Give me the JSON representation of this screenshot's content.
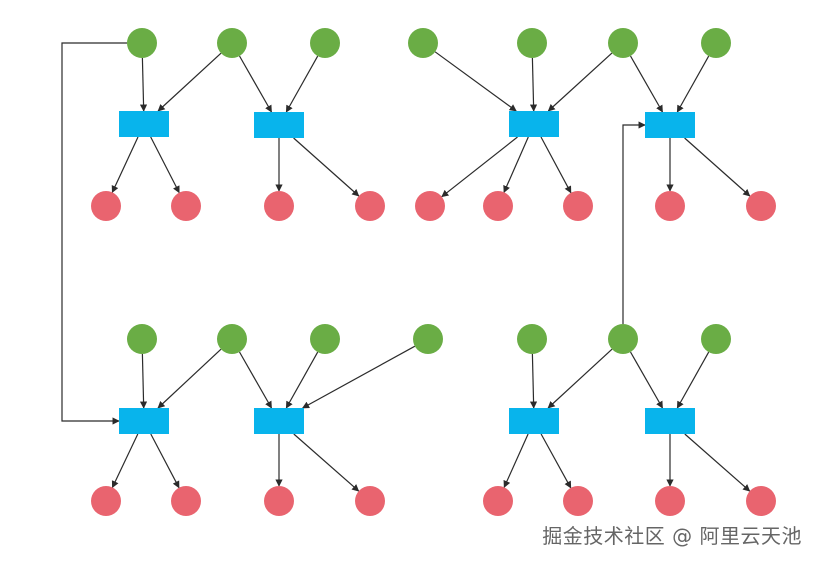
{
  "watermark": {
    "text": "掘金技术社区 @ 阿里云天池"
  },
  "colors": {
    "green": "#6aad45",
    "red": "#e9646f",
    "blue": "#08b4ec",
    "edge": "#2b2b2b"
  },
  "diagram": {
    "node_types": {
      "input": {
        "shape": "circle",
        "color": "green"
      },
      "op": {
        "shape": "rect",
        "color": "blue"
      },
      "output": {
        "shape": "circle",
        "color": "red"
      }
    }
  }
}
